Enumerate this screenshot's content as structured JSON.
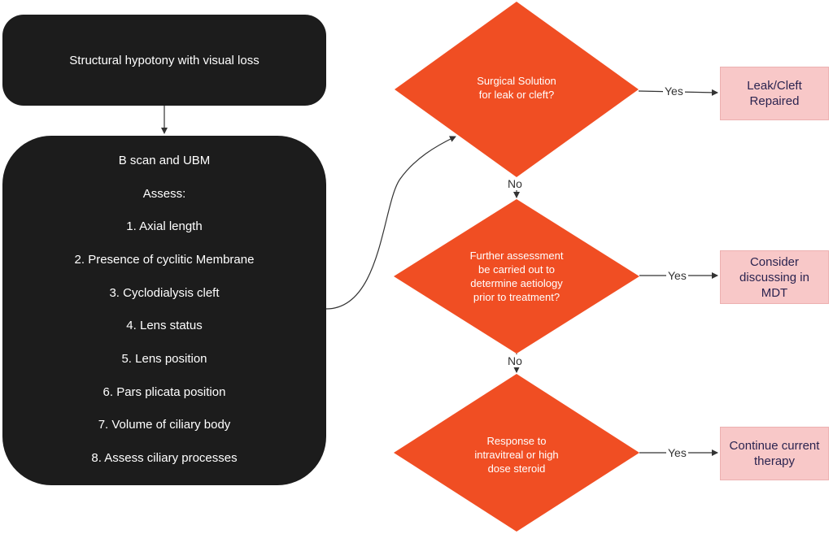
{
  "start_box": {
    "text": "Structural hypotony with visual loss"
  },
  "assess_box": {
    "heading": "B scan and UBM",
    "subheading": "Assess:",
    "items": [
      "1. Axial length",
      "2. Presence of cyclitic Membrane",
      "3. Cyclodialysis cleft",
      "4. Lens status",
      "5. Lens position",
      "6. Pars plicata position",
      "7. Volume of ciliary body",
      "8. Assess ciliary processes"
    ]
  },
  "decisions": [
    {
      "text": "Surgical Solution\nfor leak or cleft?"
    },
    {
      "text": "Further assessment\nbe carried out to\ndetermine aetiology\nprior to treatment?"
    },
    {
      "text": "Response to\nintravitreal or high\ndose steroid"
    }
  ],
  "outcomes": [
    {
      "text": "Leak/Cleft\nRepaired"
    },
    {
      "text": "Consider\ndiscussing in\nMDT"
    },
    {
      "text": "Continue current\ntherapy"
    }
  ],
  "edge_labels": {
    "yes": "Yes",
    "no": "No"
  },
  "colors": {
    "dark_box": "#1c1c1c",
    "decision": "#f04e23",
    "outcome_fill": "#f8c8c8",
    "outcome_text": "#2b2450",
    "connector": "#333333"
  }
}
